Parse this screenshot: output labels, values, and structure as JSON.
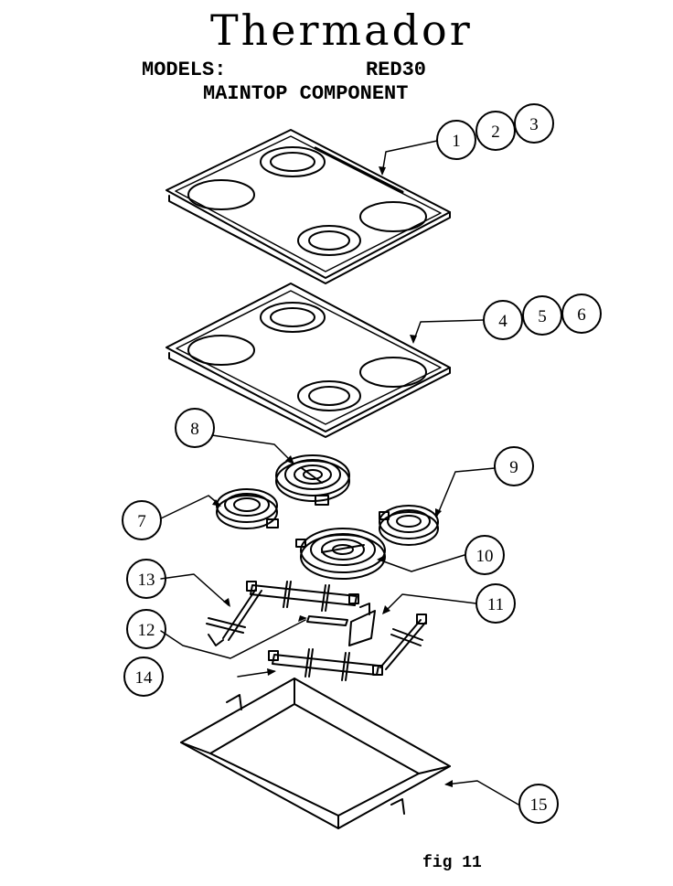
{
  "header": {
    "brand": "Thermador",
    "models_label": "MODELS:",
    "model_number": "RED30",
    "component": "MAINTOP COMPONENT"
  },
  "figure_label": "fig 11",
  "callouts": [
    "1",
    "2",
    "3",
    "4",
    "5",
    "6",
    "7",
    "8",
    "9",
    "10",
    "11",
    "12",
    "13",
    "14",
    "15"
  ]
}
